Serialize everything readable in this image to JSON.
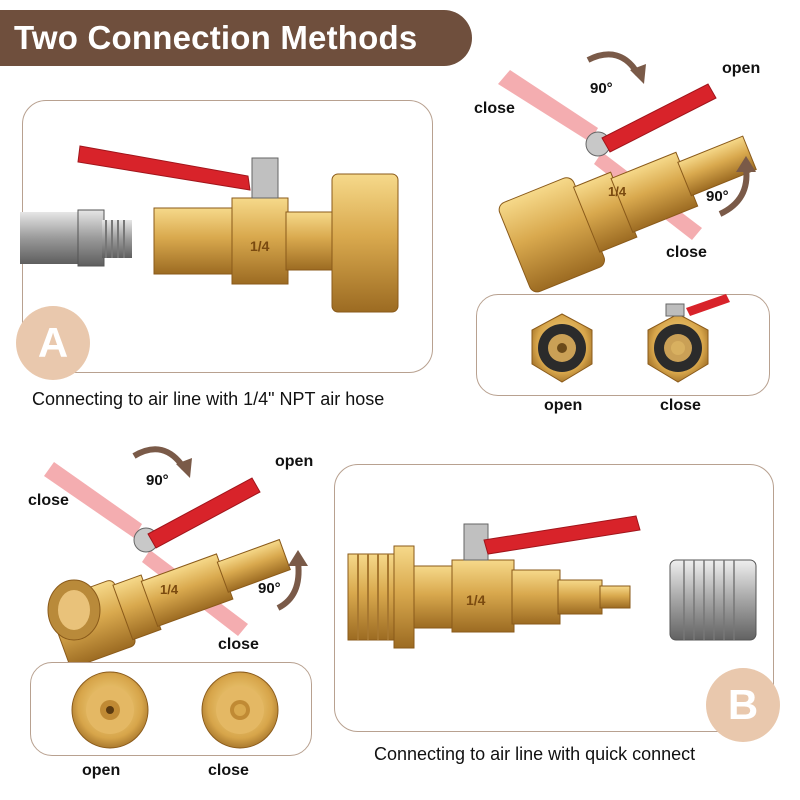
{
  "title": "Two Connection Methods",
  "method_a": {
    "badge": "A",
    "caption": "Connecting to air line with 1/4\" NPT air hose",
    "valve_marking": "1/4"
  },
  "method_b": {
    "badge": "B",
    "caption": "Connecting to air line with quick connect",
    "valve_marking": "1/4"
  },
  "rotation_diagram_top": {
    "angle_top": "90°",
    "angle_bottom": "90°",
    "label_open": "open",
    "label_close_top": "close",
    "label_close_bottom": "close",
    "valve_marking": "1/4"
  },
  "rotation_diagram_bottom": {
    "angle_top": "90°",
    "angle_bottom": "90°",
    "label_open": "open",
    "label_close_top": "close",
    "label_close_bottom": "close",
    "valve_marking": "1/4"
  },
  "end_view_top": {
    "left_label": "open",
    "right_label": "close"
  },
  "end_view_bottom": {
    "left_label": "open",
    "right_label": "close"
  },
  "colors": {
    "brand_brown": "#6f4f3d",
    "badge_peach": "#e9c8ad",
    "brass": "#d9a94e",
    "handle_red": "#d8232a",
    "arrow_brown": "#7a5a48"
  }
}
